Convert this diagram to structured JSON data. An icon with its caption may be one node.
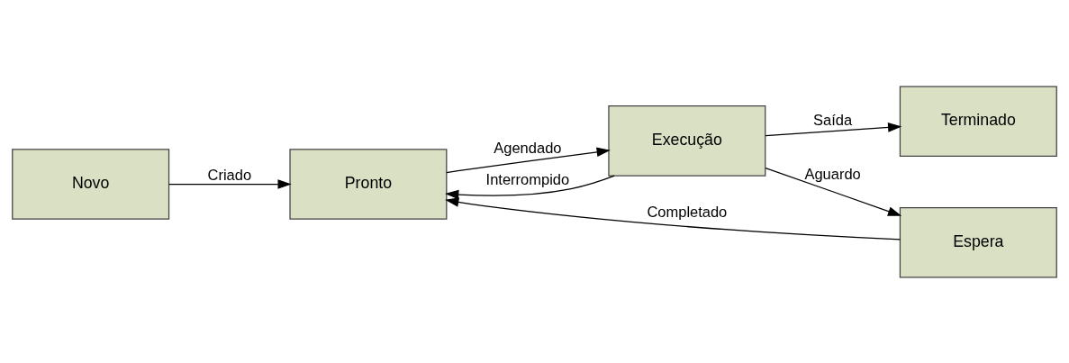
{
  "diagram": {
    "nodes": [
      {
        "text": [
          "Novo"
        ]
      },
      {
        "text": [
          "Pronto"
        ]
      },
      {
        "text": [
          "Execução"
        ]
      },
      {
        "text": [
          "Terminado"
        ]
      },
      {
        "text": [
          "Espera"
        ]
      }
    ],
    "edges": [
      {
        "from": 0,
        "to": 1,
        "arrow": "to",
        "label": "Criado"
      },
      {
        "from": 1,
        "to": 2,
        "arrow": "to",
        "label": "Agendado"
      },
      {
        "from": 2,
        "to": 1,
        "arrow": "to",
        "label": "Interrompido"
      },
      {
        "from": 2,
        "to": 3,
        "arrow": "to",
        "label": "Saída"
      },
      {
        "from": 2,
        "to": 4,
        "arrow": "to",
        "label": "Aguardo"
      },
      {
        "from": 4,
        "to": 1,
        "arrow": "to",
        "label": "Completado"
      }
    ]
  }
}
